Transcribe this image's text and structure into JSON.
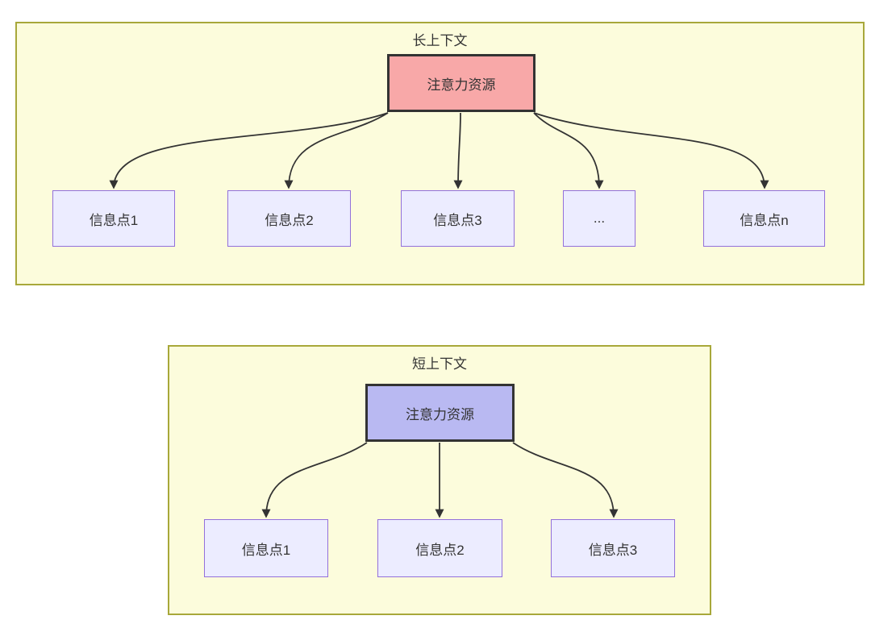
{
  "diagram": {
    "sections": [
      {
        "id": "long-context",
        "title": "长上下文",
        "root": {
          "label": "注意力资源"
        },
        "children": [
          {
            "label": "信息点1"
          },
          {
            "label": "信息点2"
          },
          {
            "label": "信息点3"
          },
          {
            "label": "..."
          },
          {
            "label": "信息点n"
          }
        ]
      },
      {
        "id": "short-context",
        "title": "短上下文",
        "root": {
          "label": "注意力资源"
        },
        "children": [
          {
            "label": "信息点1"
          },
          {
            "label": "信息点2"
          },
          {
            "label": "信息点3"
          }
        ]
      }
    ]
  },
  "colors": {
    "page-bg": "#FFFFFF",
    "container-fill": "#FCFCDC",
    "container-border": "#A8A83A",
    "node-fill": "#ECECFF",
    "node-border": "#9370DB",
    "root-border": "#333333",
    "root-long-fill": "#F8A8A8",
    "root-short-fill": "#B9B9F2",
    "arrow": "#333333",
    "text": "#333333"
  }
}
